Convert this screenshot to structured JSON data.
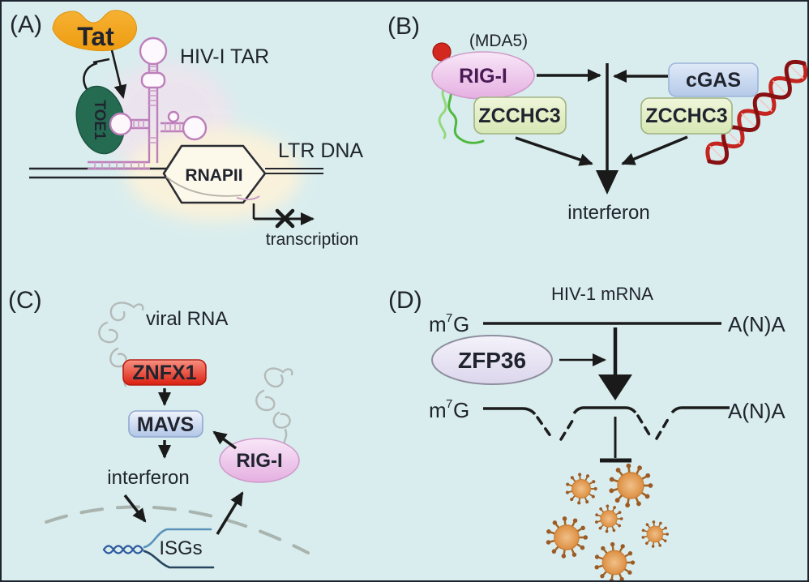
{
  "figure": {
    "description": "Four-panel molecular pathway diagram of host factors regulating HIV and interferon signaling"
  },
  "colors": {
    "background": "#d9edee",
    "frame": "#1d2630",
    "arrow_black": "#1a1a1a",
    "tat_fill": "#f2a41f",
    "tat_text": "#b5501a",
    "toe1_fill": "#256b52",
    "tar_stroke": "#bd7fba",
    "rnapii_fill": "#fcf8ea",
    "rigi_fill": "#eec3ea",
    "rigi_text": "#4a1a55",
    "zcchc3_fill": "#e2edc8",
    "cgas_fill": "#c9d9f0",
    "green_rna": "#4fb83e",
    "red_dot": "#d3281f",
    "red_dna": "#c4251f",
    "znfx1_fill": "#e8281a",
    "mavs_fill": "#c2d3ec",
    "zfp36_fill": "#edeaf6",
    "virus_body": "#e49b55",
    "virus_spike": "#a3631f",
    "isgs_dna_blue": "#2d5a9e",
    "nuclear_arc": "#a9b4ae",
    "gray_rna": "#b4bab8",
    "text": "#20242e"
  },
  "panel_a": {
    "label": "(A)",
    "tat": "Tat",
    "toe1": "TOE1",
    "hiv_tar": "HIV-I TAR",
    "rnapii": "RNAPII",
    "ltr_dna": "LTR DNA",
    "transcription": "transcription"
  },
  "panel_b": {
    "label": "(B)",
    "mda5": "(MDA5)",
    "rigi": "RIG-I",
    "zcchc3_left": "ZCCHC3",
    "cgas": "cGAS",
    "zcchc3_right": "ZCCHC3",
    "interferon": "interferon"
  },
  "panel_c": {
    "label": "(C)",
    "viral_rna": "viral RNA",
    "znfx1": "ZNFX1",
    "mavs": "MAVS",
    "interferon": "interferon",
    "rigi": "RIG-I",
    "isgs": "ISGs"
  },
  "panel_d": {
    "label": "(D)",
    "title": "HIV-1 mRNA",
    "cap_m": "m",
    "cap_sup": "7",
    "cap_g": "G",
    "polya": "A(N)A",
    "zfp36": "ZFP36"
  }
}
